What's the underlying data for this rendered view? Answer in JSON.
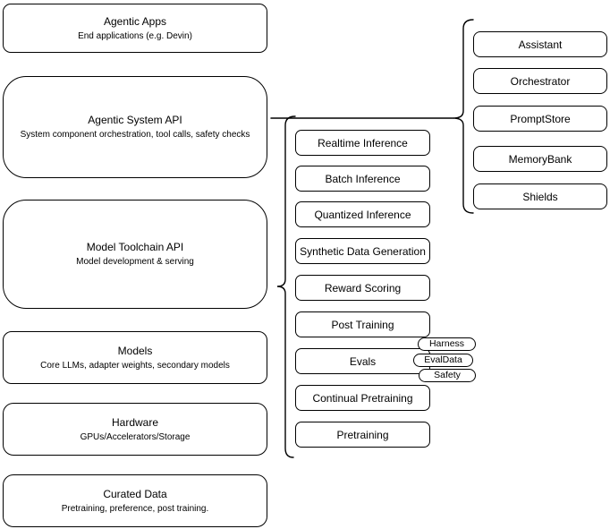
{
  "diagram": {
    "stack": [
      {
        "title": "Agentic Apps",
        "subtitle": "End applications (e.g. Devin)"
      },
      {
        "title": "Agentic System API",
        "subtitle": "System component orchestration, tool calls, safety checks"
      },
      {
        "title": "Model Toolchain API",
        "subtitle": "Model development & serving"
      },
      {
        "title": "Models",
        "subtitle": "Core LLMs, adapter weights, secondary models"
      },
      {
        "title": "Hardware",
        "subtitle": "GPUs/Accelerators/Storage"
      },
      {
        "title": "Curated Data",
        "subtitle": "Pretraining, preference, post training."
      }
    ],
    "toolchain_items": [
      "Realtime Inference",
      "Batch Inference",
      "Quantized Inference",
      "Synthetic Data Generation",
      "Reward Scoring",
      "Post Training",
      "Evals",
      "Continual Pretraining",
      "Pretraining"
    ],
    "eval_pills": [
      "Harness",
      "EvalData",
      "Safety"
    ],
    "system_components": [
      "Assistant",
      "Orchestrator",
      "PromptStore",
      "MemoryBank",
      "Shields"
    ],
    "colors": {
      "stroke": "#000000",
      "fill": "#ffffff",
      "text": "#000000"
    }
  }
}
